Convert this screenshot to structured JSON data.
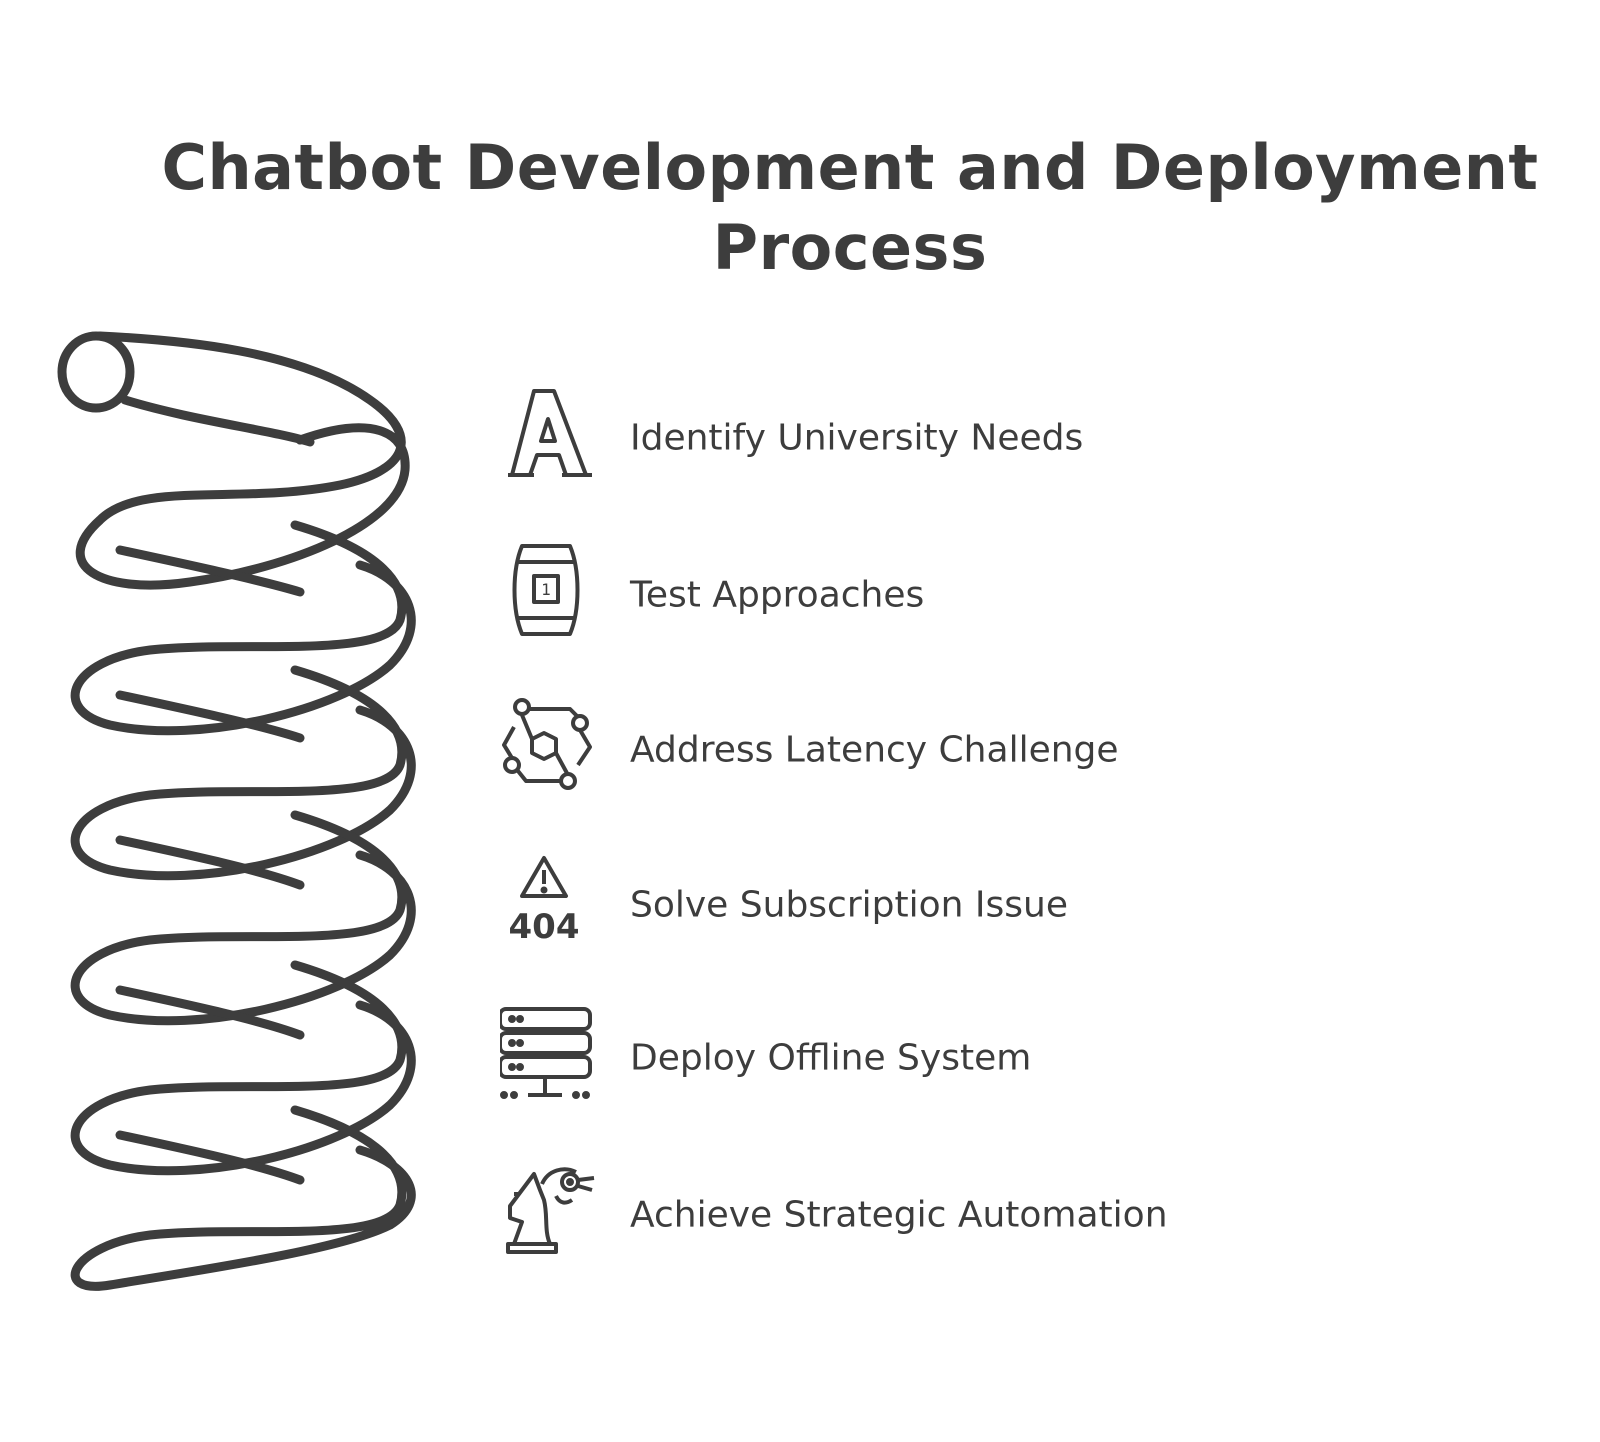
{
  "title": "Chatbot Development and Deployment Process",
  "colors": {
    "ink": "#3d3d3d",
    "background": "#ffffff"
  },
  "steps": [
    {
      "label": "Identify University Needs",
      "icon": "letter-a-icon"
    },
    {
      "label": "Test Approaches",
      "icon": "barrel-icon"
    },
    {
      "label": "Address Latency Challenge",
      "icon": "network-nodes-icon"
    },
    {
      "label": "Solve Subscription Issue",
      "icon": "warning-404-icon"
    },
    {
      "label": "Deploy Offline System",
      "icon": "server-rack-icon"
    },
    {
      "label": "Achieve Strategic Automation",
      "icon": "chess-knight-icon"
    }
  ]
}
